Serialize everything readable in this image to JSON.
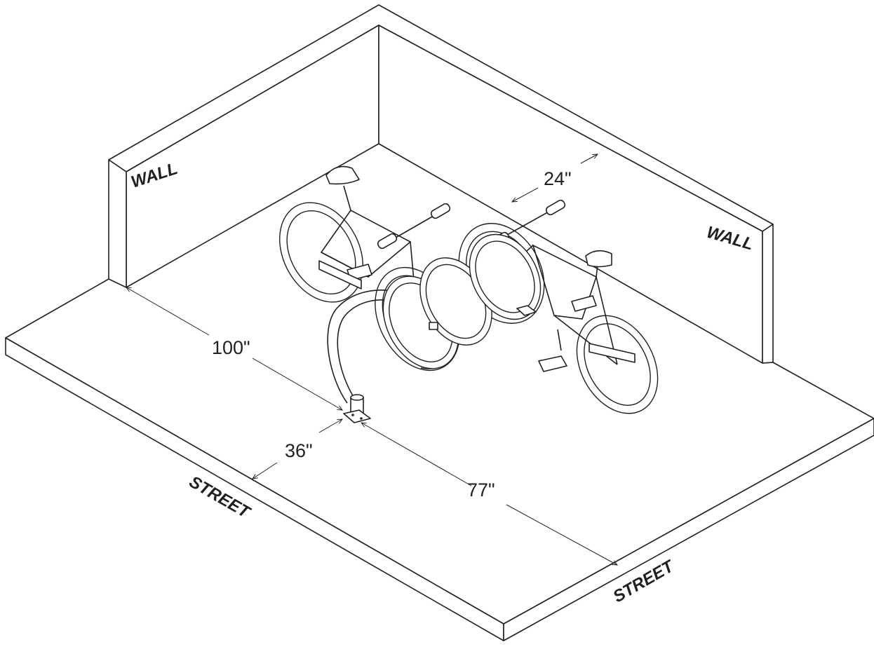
{
  "labels": {
    "wall_left": "WALL",
    "wall_right": "WALL",
    "street_left": "STREET",
    "street_right": "STREET"
  },
  "dimensions": {
    "wall_to_rack": "100\"",
    "rack_to_curb": "36\"",
    "rack_to_corner": "77\"",
    "bike_clearance": "24\""
  }
}
